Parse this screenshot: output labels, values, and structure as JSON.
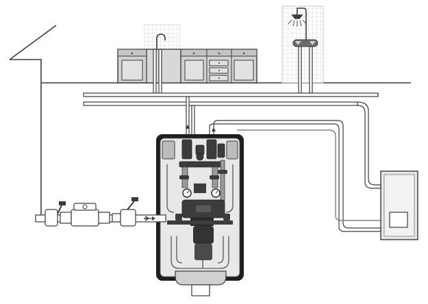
{
  "diagram": {
    "colors": {
      "line": "#3a3a3a",
      "pipe_fill": "#ffffff",
      "cabinet": "#d2d2d2",
      "cabinet_dark": "#9a9a9a",
      "unit_body": "#1f1f1f",
      "unit_inner": "#e8e8e8",
      "valve": "#3c3c3c",
      "tile": "#dcdcdc"
    },
    "components": {
      "house_outline": "house-outline",
      "kitchen_counter": "kitchen-cabinets",
      "kitchen_tap": "kitchen-faucet-icon",
      "shower": "shower-head-icon",
      "water_meter": "water-meter-icon",
      "boiler_unit": "hydraulic-unit",
      "storage_tank": "storage-tank"
    }
  }
}
